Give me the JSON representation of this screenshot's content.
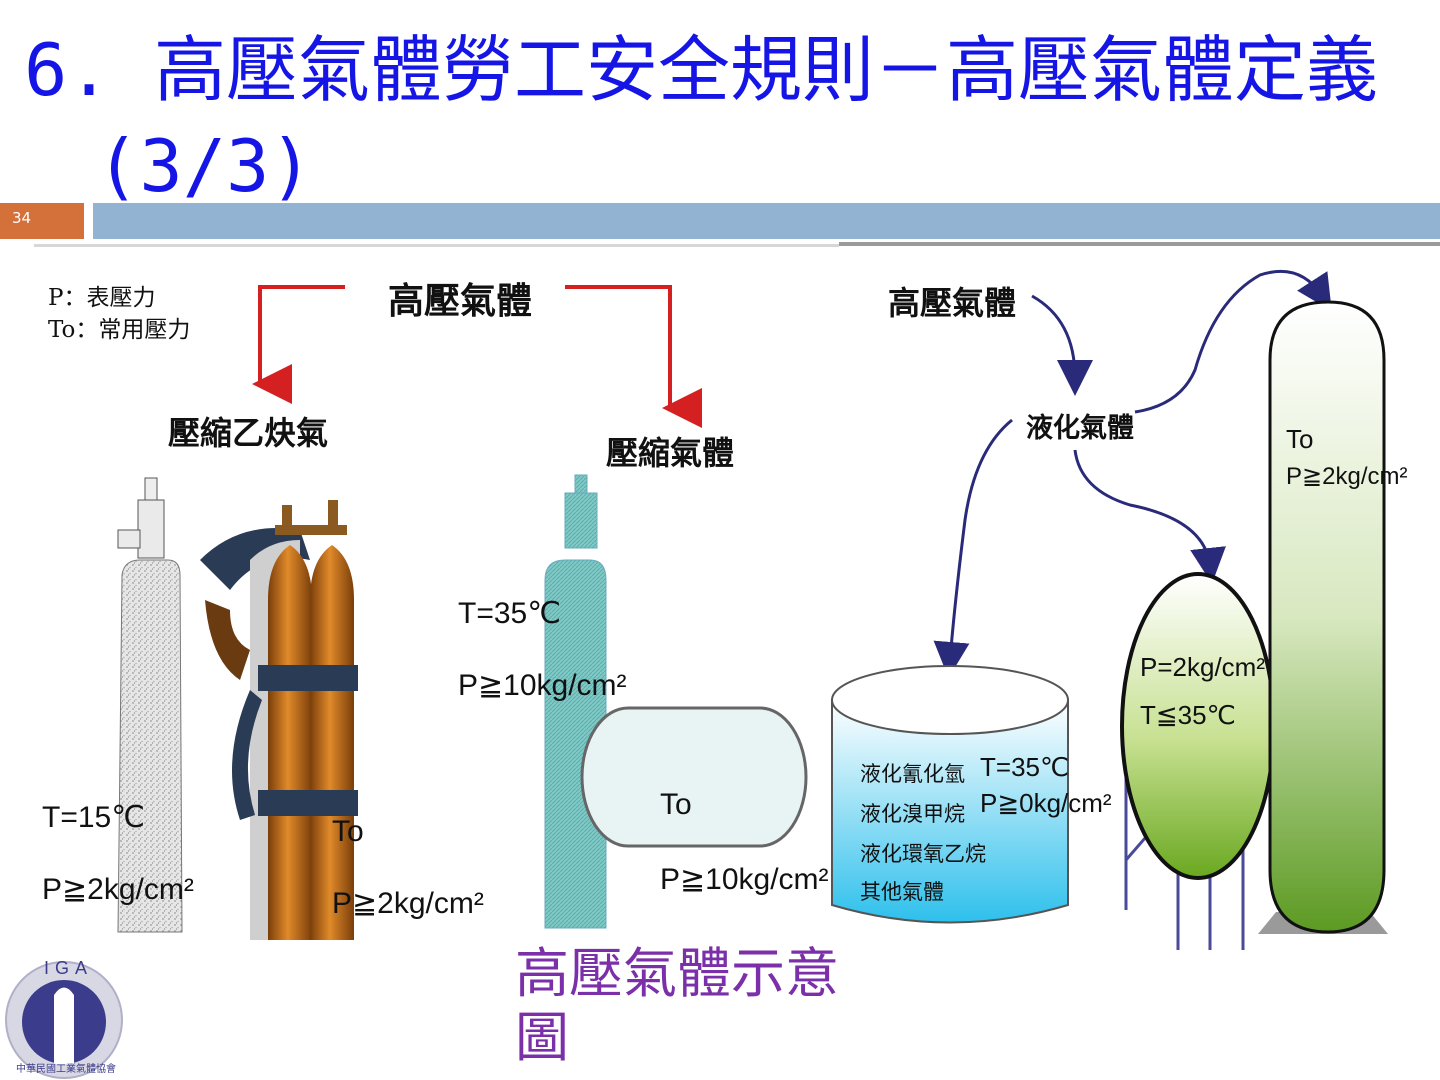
{
  "slide": {
    "title_line1": "6. 高壓氣體勞工安全規則－高壓氣體定義",
    "title_line2": "(3/3)",
    "slide_number": "34",
    "caption": "高壓氣體示意圖"
  },
  "legend": {
    "p_def": "P：表壓力",
    "to_def": "To：常用壓力"
  },
  "left_diagram": {
    "root": "高壓氣體",
    "branch_left": "壓縮乙炔氣",
    "branch_right": "壓縮氣體",
    "acetylene_temp": "T=15℃",
    "acetylene_pressure": "P≧2kg/cm²",
    "cylinder_to": "To",
    "cylinder_pressure": "P≧2kg/cm²",
    "compressed_temp": "T=35℃",
    "compressed_pressure": "P≧10kg/cm²",
    "tank_to": "To",
    "tank_pressure": "P≧10kg/cm²"
  },
  "right_diagram": {
    "root": "高壓氣體",
    "liquefied": "液化氣體",
    "storage_items": [
      "液化氰化氫",
      "液化溴甲烷",
      "液化環氧乙烷",
      "其他氣體"
    ],
    "storage_temp": "T=35℃",
    "storage_pressure": "P≧0kg/cm²",
    "sphere_pressure": "P=2kg/cm²",
    "sphere_temp": "T≦35℃",
    "column_to": "To",
    "column_pressure": "P≧2kg/cm²"
  },
  "logo": {
    "letters": "IGA",
    "org_name": "中華民國工業氣體協會"
  },
  "colors": {
    "title": "#1515e6",
    "caption": "#7b2fa8",
    "slide_number_box": "#d4713a",
    "header_band": "#93b3d3",
    "arrow_red": "#d42020",
    "arrow_navy": "#2a2a7a"
  }
}
